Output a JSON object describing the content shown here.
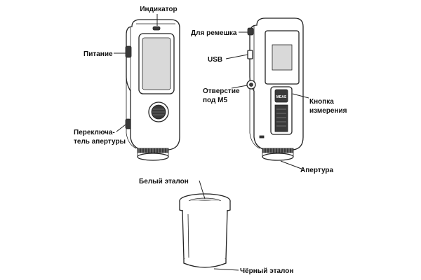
{
  "labels": {
    "indicator": "Индикатор",
    "power": "Питание",
    "aperture_switch_line1": "Переключа-",
    "aperture_switch_line2": "тель апертуры",
    "strap": "Для ремешка",
    "usb": "USB",
    "m5_line1": "Отверстие",
    "m5_line2": "под M5",
    "measure_line1": "Кнопка",
    "measure_line2": "измерения",
    "aperture": "Апертура",
    "white_standard": "Белый эталон",
    "black_standard": "Чёрный эталон",
    "meas_button": "MEAS"
  },
  "colors": {
    "line": "#222222",
    "text": "#111111",
    "screen_shade": "#d9d9d9",
    "dark_fill": "#3a3a3a"
  }
}
